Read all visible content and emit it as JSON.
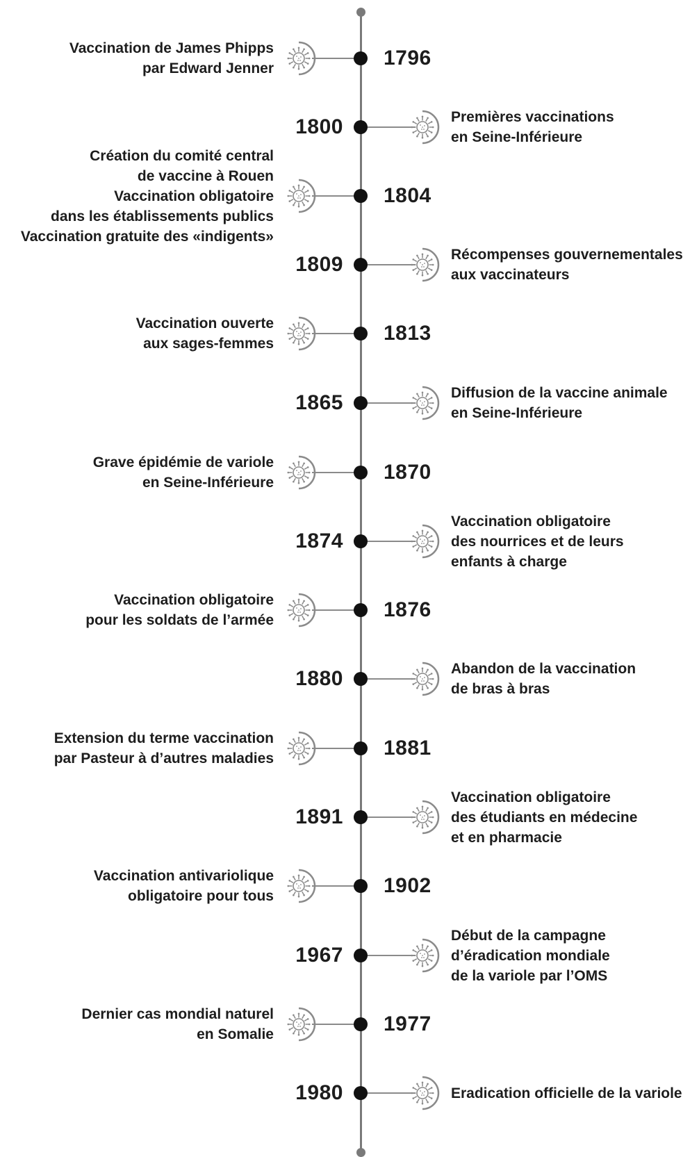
{
  "events": [
    {
      "year": "1796",
      "side": "left",
      "lines": [
        "Vaccination de James Phipps",
        "par Edward Jenner"
      ]
    },
    {
      "year": "1800",
      "side": "right",
      "lines": [
        "Premières vaccinations",
        "en Seine-Inférieure"
      ]
    },
    {
      "year": "1804",
      "side": "left",
      "lines": [
        "Création du comité central",
        "de vaccine à Rouen",
        "Vaccination obligatoire",
        "dans les établissements publics",
        "Vaccination gratuite des «indigents»"
      ]
    },
    {
      "year": "1809",
      "side": "right",
      "lines": [
        "Récompenses gouvernementales",
        "aux vaccinateurs"
      ]
    },
    {
      "year": "1813",
      "side": "left",
      "lines": [
        "Vaccination ouverte",
        "aux sages-femmes"
      ]
    },
    {
      "year": "1865",
      "side": "right",
      "lines": [
        "Diffusion de la vaccine animale",
        "en Seine-Inférieure"
      ]
    },
    {
      "year": "1870",
      "side": "left",
      "lines": [
        "Grave épidémie de variole",
        "en Seine-Inférieure"
      ]
    },
    {
      "year": "1874",
      "side": "right",
      "lines": [
        "Vaccination obligatoire",
        "des nourrices et de leurs",
        "enfants à charge"
      ]
    },
    {
      "year": "1876",
      "side": "left",
      "lines": [
        "Vaccination obligatoire",
        "pour les soldats de l’armée"
      ]
    },
    {
      "year": "1880",
      "side": "right",
      "lines": [
        "Abandon de la vaccination",
        "de bras à bras"
      ]
    },
    {
      "year": "1881",
      "side": "left",
      "lines": [
        "Extension du terme vaccination",
        "par Pasteur à d’autres maladies"
      ]
    },
    {
      "year": "1891",
      "side": "right",
      "lines": [
        "Vaccination obligatoire",
        "des étudiants en médecine",
        "et en pharmacie"
      ]
    },
    {
      "year": "1902",
      "side": "left",
      "lines": [
        "Vaccination antivariolique",
        "obligatoire pour tous"
      ]
    },
    {
      "year": "1967",
      "side": "right",
      "lines": [
        "Début de la campagne",
        "d’éradication mondiale",
        "de la variole par l’OMS"
      ]
    },
    {
      "year": "1977",
      "side": "left",
      "lines": [
        "Dernier cas mondial naturel",
        "en Somalie"
      ]
    },
    {
      "year": "1980",
      "side": "right",
      "lines": [
        "Eradication officielle de la variole"
      ]
    }
  ],
  "icon": "virus-icon",
  "colors": {
    "axis": "#7a7a7a",
    "dot": "#111111",
    "icon": "#8a8a8a",
    "text": "#1d1d1d"
  }
}
